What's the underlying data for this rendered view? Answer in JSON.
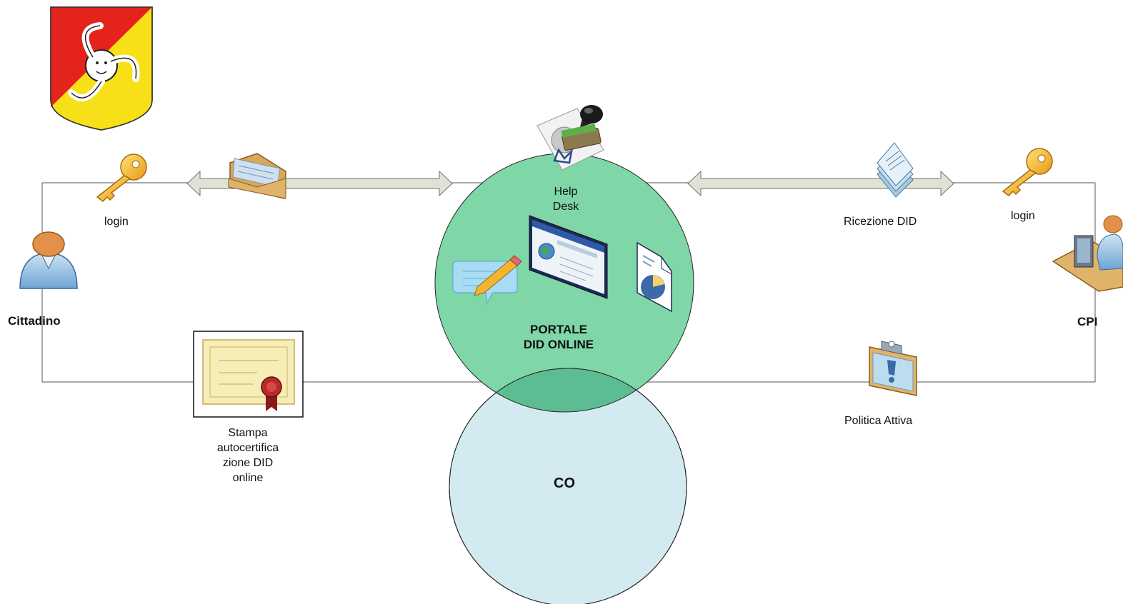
{
  "actors": {
    "citizen": "Cittadino",
    "cpi": "CPI"
  },
  "portal": {
    "line1": "PORTALE",
    "line2": "DID ONLINE"
  },
  "co": "CO",
  "help_desk": {
    "line1": "Help",
    "line2": "Desk"
  },
  "login_left": "login",
  "login_right": "login",
  "ricezione": "Ricezione DID",
  "politica": "Politica Attiva",
  "stampa": {
    "line1": "Stampa",
    "line2": "autocertifica",
    "line3": "zione DID",
    "line4": "online"
  },
  "colors": {
    "portal_fill": "#7fd6a7",
    "co_fill": "#d3eaf0",
    "overlap_fill": "#5cbd92",
    "arrow_fill": "#dfe3d6",
    "shield_red": "#e3231c",
    "shield_yellow": "#f7e017"
  },
  "icons": [
    "coat-of-arms-icon",
    "key-icon",
    "envelope-icon",
    "stamp-icon",
    "document-stack-icon",
    "user-icon",
    "workstation-user-icon",
    "certificate-icon",
    "chat-edit-icon",
    "web-page-icon",
    "report-icon",
    "clipboard-alert-icon"
  ]
}
